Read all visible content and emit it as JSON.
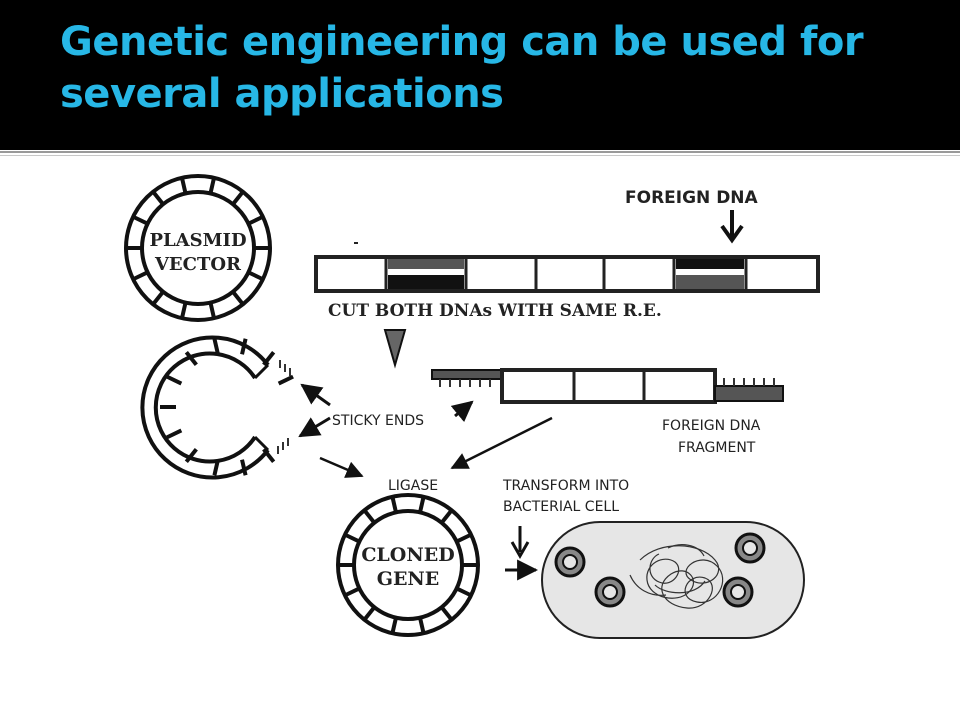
{
  "slide": {
    "title": "Genetic engineering can be used for several applications"
  },
  "diagram": {
    "plasmid_line1": "PLASMID",
    "plasmid_line2": "VECTOR",
    "foreign_dna": "FOREIGN DNA",
    "cut_step": "CUT BOTH DNAs WITH SAME R.E.",
    "sticky_ends": "STICKY ENDS",
    "fragment_line1": "FOREIGN DNA",
    "fragment_line2": "FRAGMENT",
    "ligase": "LIGASE",
    "transform_line1": "TRANSFORM INTO",
    "transform_line2": "BACTERIAL CELL",
    "cloned_line1": "CLONED",
    "cloned_line2": "GENE"
  }
}
